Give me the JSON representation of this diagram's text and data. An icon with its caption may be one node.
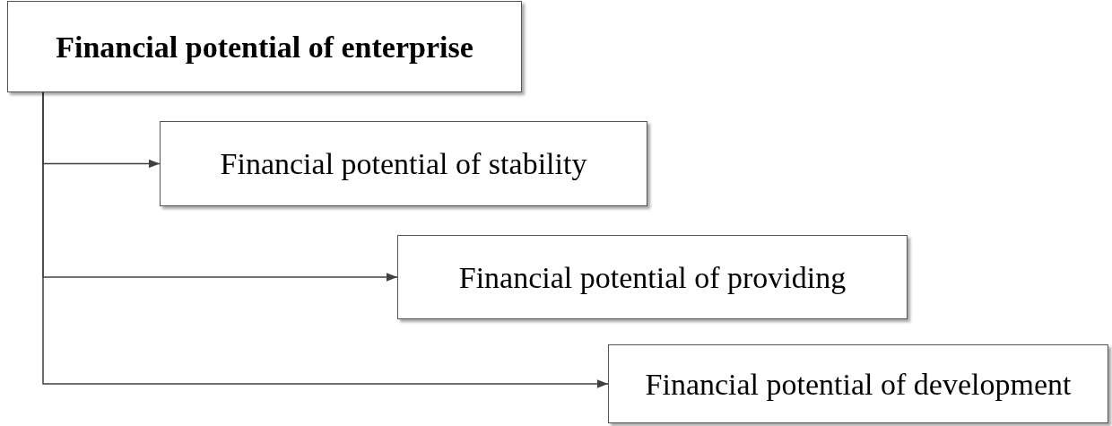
{
  "diagram": {
    "nodes": [
      {
        "text": [
          "Financial potential of enterprise"
        ]
      },
      {
        "text": [
          "Financial potential of stability"
        ]
      },
      {
        "text": [
          "Financial potential of providing"
        ]
      },
      {
        "text": [
          "Financial potential of development"
        ]
      }
    ],
    "edges": [
      {
        "from": 0,
        "to": 1,
        "arrow": "to"
      },
      {
        "from": 0,
        "to": 2,
        "arrow": "to"
      },
      {
        "from": 0,
        "to": 3,
        "arrow": "to"
      }
    ]
  }
}
